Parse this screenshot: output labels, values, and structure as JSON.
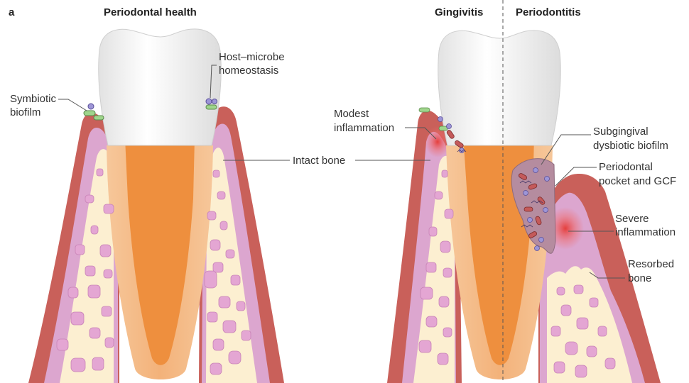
{
  "figure": {
    "panel_letter": "a",
    "titles": {
      "health": "Periodontal health",
      "gingivitis": "Gingivitis",
      "periodontitis": "Periodontitis"
    },
    "labels": {
      "symbiotic": [
        "Symbiotic",
        "biofilm"
      ],
      "homeostasis": [
        "Host–microbe",
        "homeostasis"
      ],
      "intact_bone": "Intact bone",
      "modest": [
        "Modest",
        "inflammation"
      ],
      "subgingival": [
        "Subgingival",
        "dysbiotic biofilm"
      ],
      "pocket": [
        "Periodontal",
        "pocket and GCF"
      ],
      "severe": [
        "Severe",
        "inflammation"
      ],
      "resorbed": [
        "Resorbed",
        "bone"
      ]
    },
    "colors": {
      "enamel": "#f2f2f2",
      "root": "#f3b27a",
      "pulp": "#ee8f3e",
      "gum": "#c9605a",
      "gum_inner": "#dca6cf",
      "bone": "#fcefd1",
      "marrow": "#e4a6d3",
      "inflammation": "#e53935"
    }
  }
}
